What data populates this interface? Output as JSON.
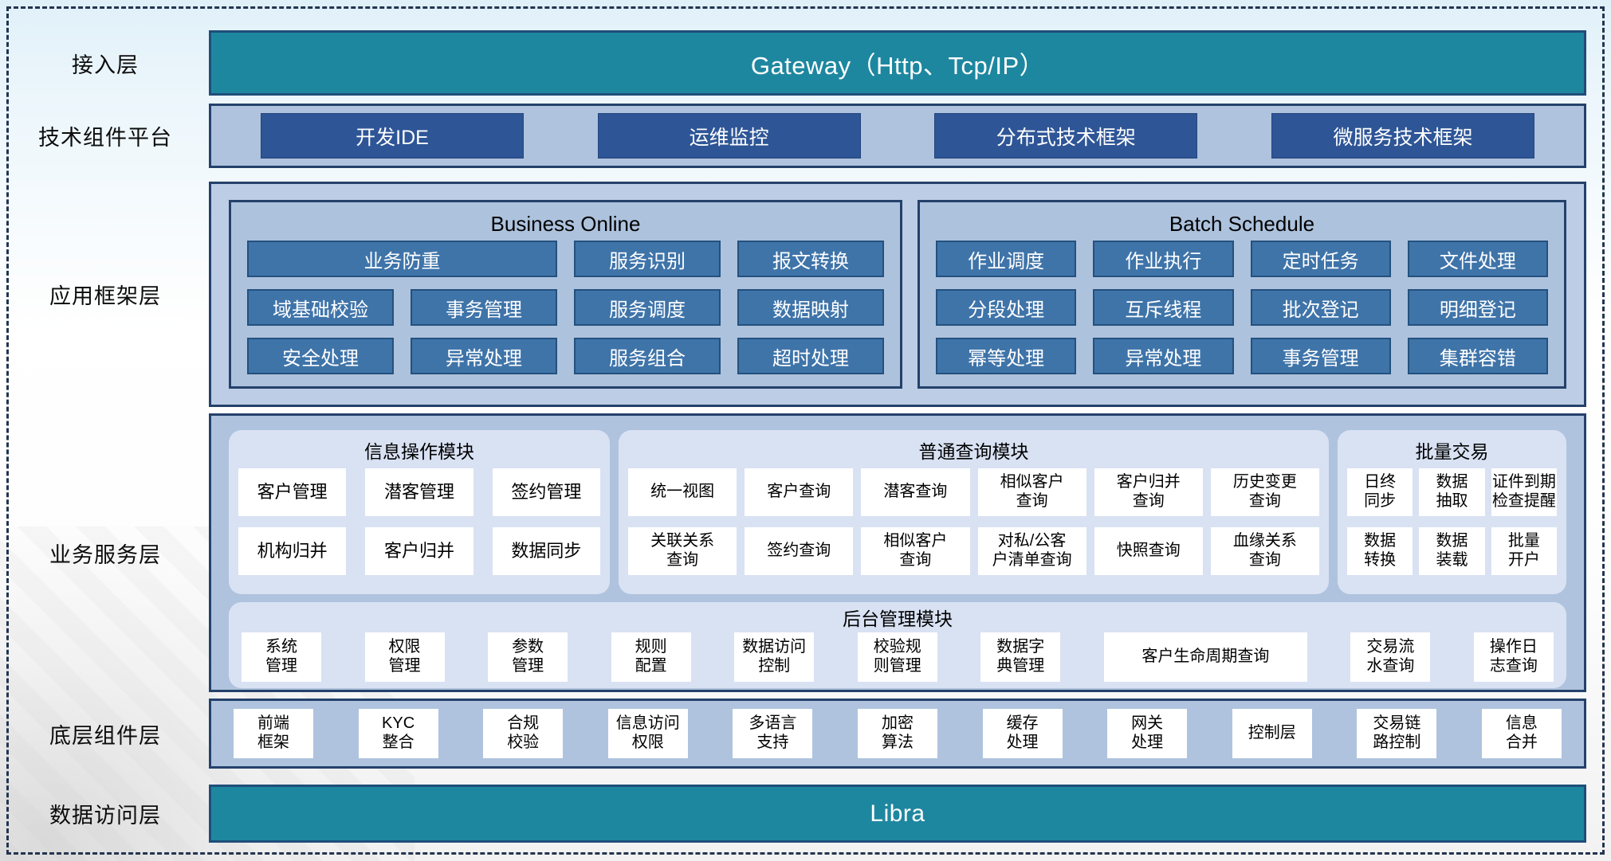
{
  "colors": {
    "teal_bar": "#1e87a0",
    "navy_button": "#2e5596",
    "mid_blue_button": "#3f74a9",
    "container_fill": "#afc3de",
    "panel_fill": "#d9e2f3",
    "border_navy": "#24416b"
  },
  "access_layer": {
    "label": "接入层",
    "bar": "Gateway（Http、Tcp/IP）"
  },
  "tech_platform": {
    "label": "技术组件平台",
    "items": [
      "开发IDE",
      "运维监控",
      "分布式技术框架",
      "微服务技术框架"
    ]
  },
  "app_framework": {
    "label": "应用框架层",
    "business_online": {
      "title": "Business Online",
      "items": [
        {
          "label": "业务防重",
          "span2": true
        },
        {
          "label": "服务识别"
        },
        {
          "label": "报文转换"
        },
        {
          "label": "域基础校验"
        },
        {
          "label": "事务管理"
        },
        {
          "label": "服务调度"
        },
        {
          "label": "数据映射"
        },
        {
          "label": "安全处理"
        },
        {
          "label": "异常处理"
        },
        {
          "label": "服务组合"
        },
        {
          "label": "超时处理"
        }
      ]
    },
    "batch_schedule": {
      "title": "Batch Schedule",
      "items": [
        "作业调度",
        "作业执行",
        "定时任务",
        "文件处理",
        "分段处理",
        "互斥线程",
        "批次登记",
        "明细登记",
        "幂等处理",
        "异常处理",
        "事务管理",
        "集群容错"
      ]
    }
  },
  "business_service": {
    "label": "业务服务层",
    "info_module": {
      "title": "信息操作模块",
      "items": [
        "客户管理",
        "潜客管理",
        "签约管理",
        "机构归并",
        "客户归并",
        "数据同步"
      ]
    },
    "query_module": {
      "title": "普通查询模块",
      "items": [
        "统一视图",
        "客户查询",
        "潜客查询",
        "相似客户\n查询",
        "客户归并\n查询",
        "历史变更\n查询",
        "关联关系\n查询",
        "签约查询",
        "相似客户\n查询",
        "对私/公客\n户清单查询",
        "快照查询",
        "血缘关系\n查询"
      ]
    },
    "batch_trade": {
      "title": "批量交易",
      "items": [
        "日终\n同步",
        "数据\n抽取",
        "证件到期\n检查提醒",
        "数据\n转换",
        "数据\n装载",
        "批量\n开户"
      ]
    },
    "mgmt_module": {
      "title": "后台管理模块",
      "items": [
        {
          "label": "系统\n管理"
        },
        {
          "label": "权限\n管理"
        },
        {
          "label": "参数\n管理"
        },
        {
          "label": "规则\n配置"
        },
        {
          "label": "数据访问\n控制"
        },
        {
          "label": "校验规\n则管理"
        },
        {
          "label": "数据字\n典管理"
        },
        {
          "label": "客户生命周期查询",
          "wide": true
        },
        {
          "label": "交易流\n水查询"
        },
        {
          "label": "操作日\n志查询"
        }
      ]
    }
  },
  "component_layer": {
    "label": "底层组件层",
    "items": [
      "前端\n框架",
      "KYC\n整合",
      "合规\n校验",
      "信息访问\n权限",
      "多语言\n支持",
      "加密\n算法",
      "缓存\n处理",
      "网关\n处理",
      "控制层",
      "交易链\n路控制",
      "信息\n合并"
    ]
  },
  "data_access": {
    "label": "数据访问层",
    "bar": "Libra"
  }
}
